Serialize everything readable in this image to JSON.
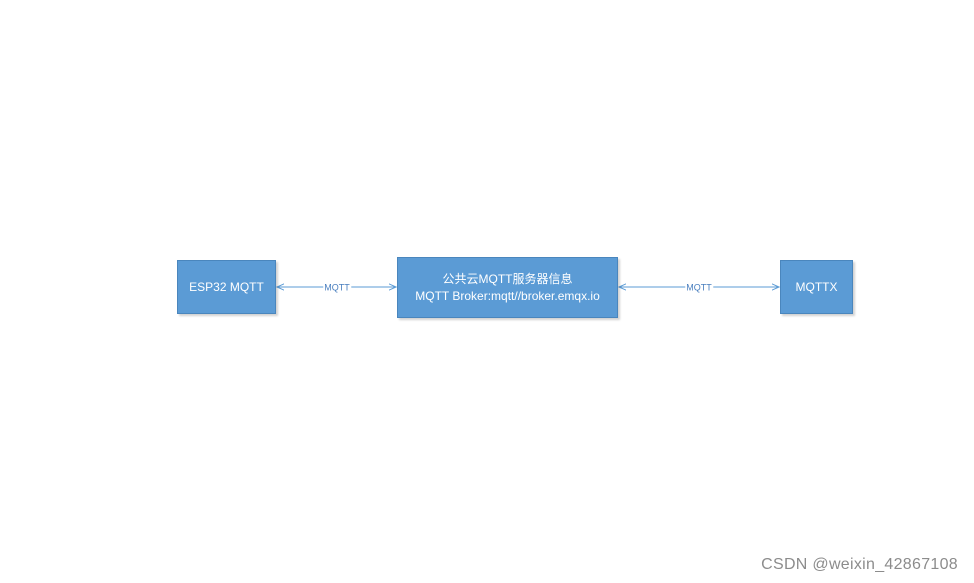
{
  "colors": {
    "node_fill": "#5b9bd5",
    "node_border": "#4a86bd",
    "edge": "#5b9bd5"
  },
  "nodes": {
    "esp32": {
      "label": "ESP32 MQTT"
    },
    "broker": {
      "line1": "公共云MQTT服务器信息",
      "line2": "MQTT Broker:mqtt//broker.emqx.io"
    },
    "mqttx": {
      "label": "MQTTX"
    }
  },
  "edges": [
    {
      "from": "esp32",
      "to": "broker",
      "label": "MQTT",
      "direction": "both"
    },
    {
      "from": "broker",
      "to": "mqttx",
      "label": "MQTT",
      "direction": "both"
    }
  ],
  "watermark": "CSDN @weixin_42867108"
}
